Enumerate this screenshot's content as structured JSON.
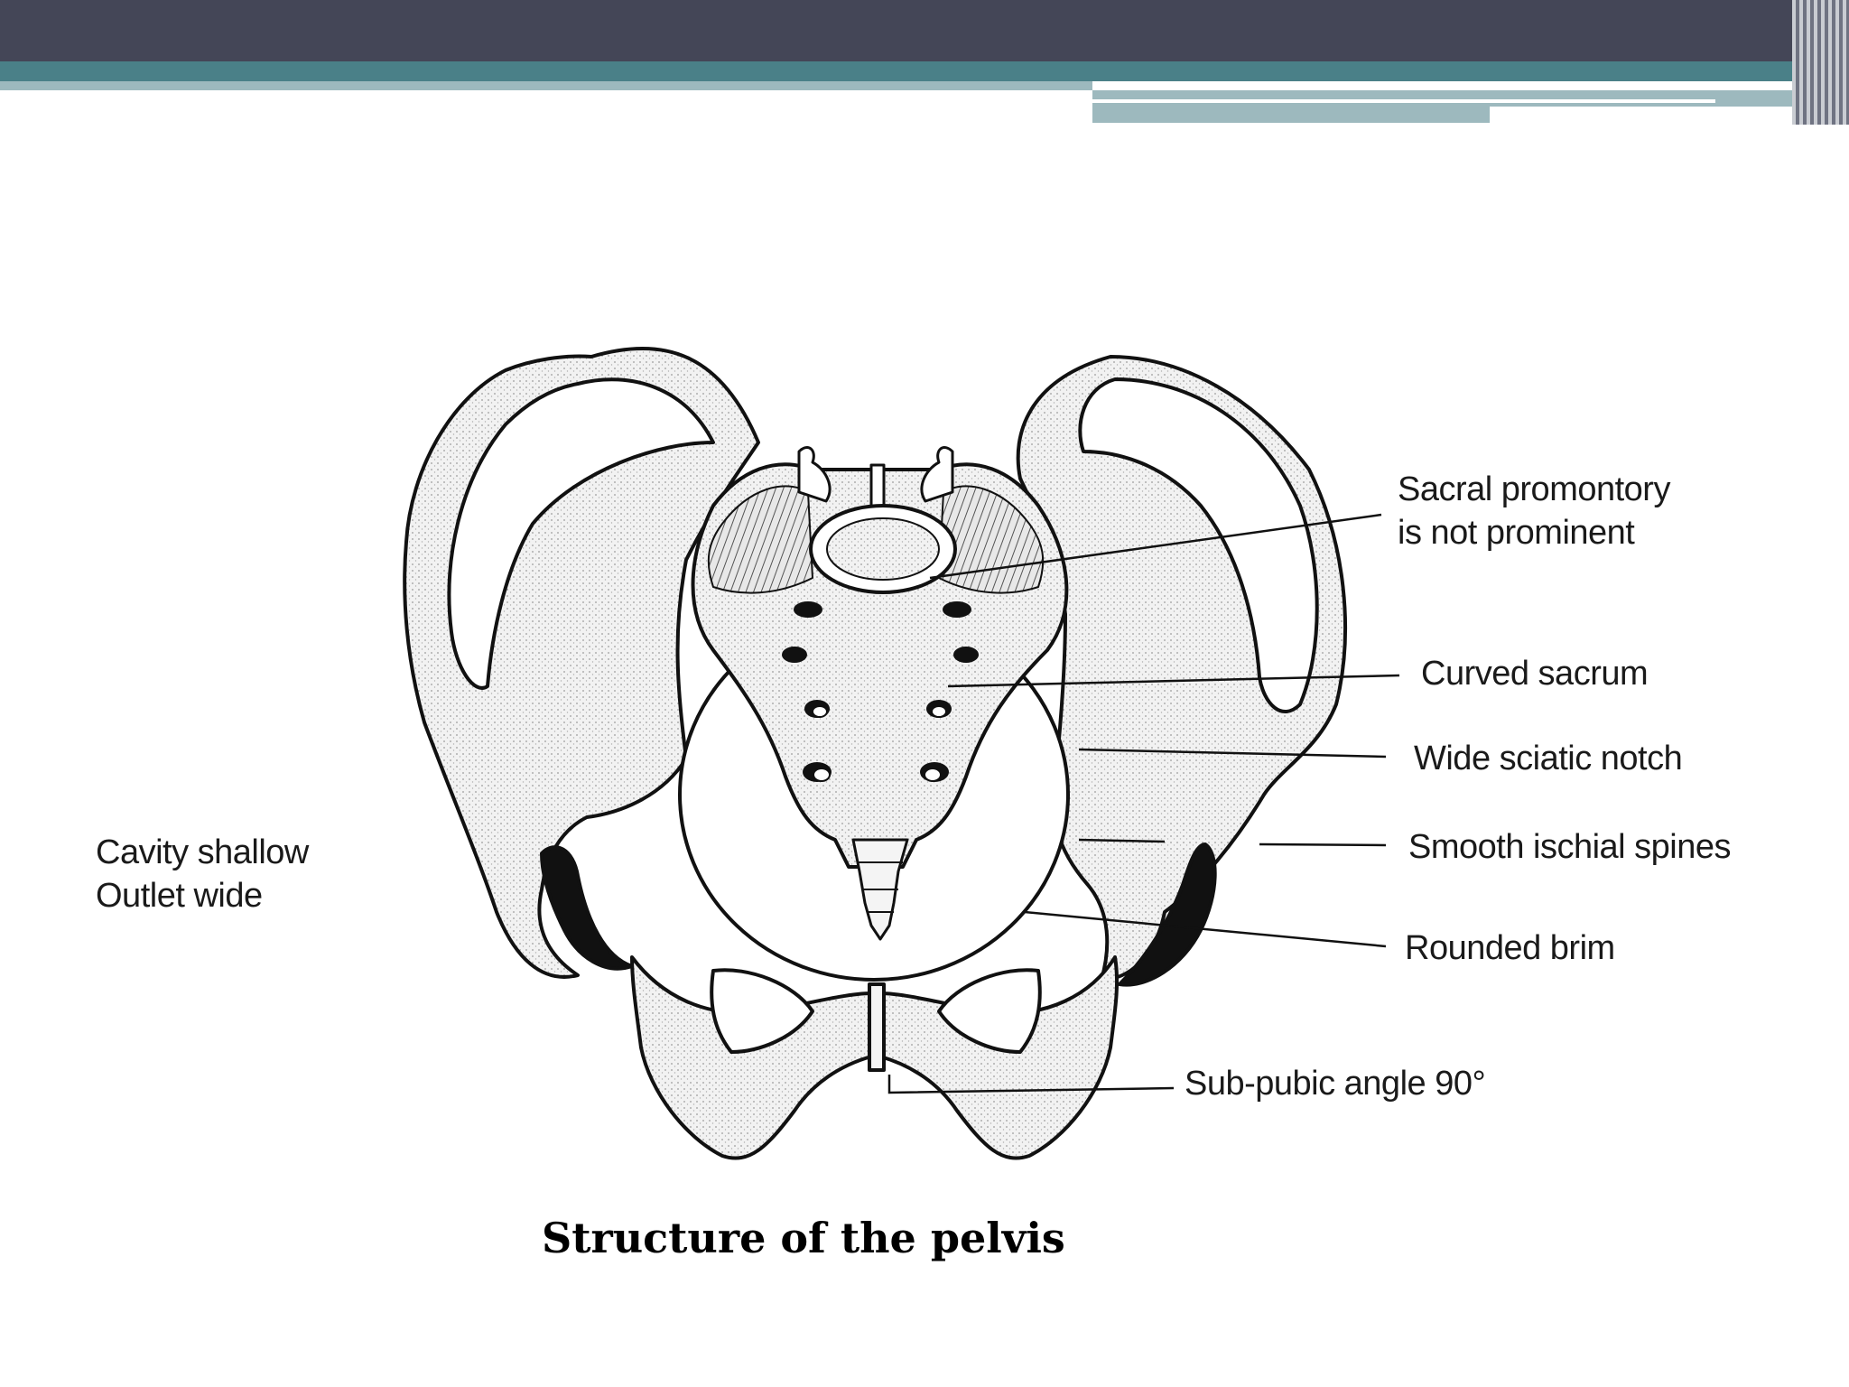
{
  "theme": {
    "header_dark": "#444657",
    "header_teal": "#4a8088",
    "header_light": "#9db9be",
    "bone_fill": "#ececec",
    "line_color": "#111111"
  },
  "labels": {
    "sacral_promontory": [
      "Sacral promontory",
      "is not prominent"
    ],
    "curved_sacrum": "Curved sacrum",
    "wide_sciatic_notch": "Wide sciatic notch",
    "smooth_ischial_spines": "Smooth ischial spines",
    "rounded_brim": "Rounded brim",
    "sub_pubic_angle": "Sub-pubic angle 90°",
    "cavity": [
      "Cavity shallow",
      "Outlet wide"
    ]
  },
  "caption": "Structure of the pelvis"
}
